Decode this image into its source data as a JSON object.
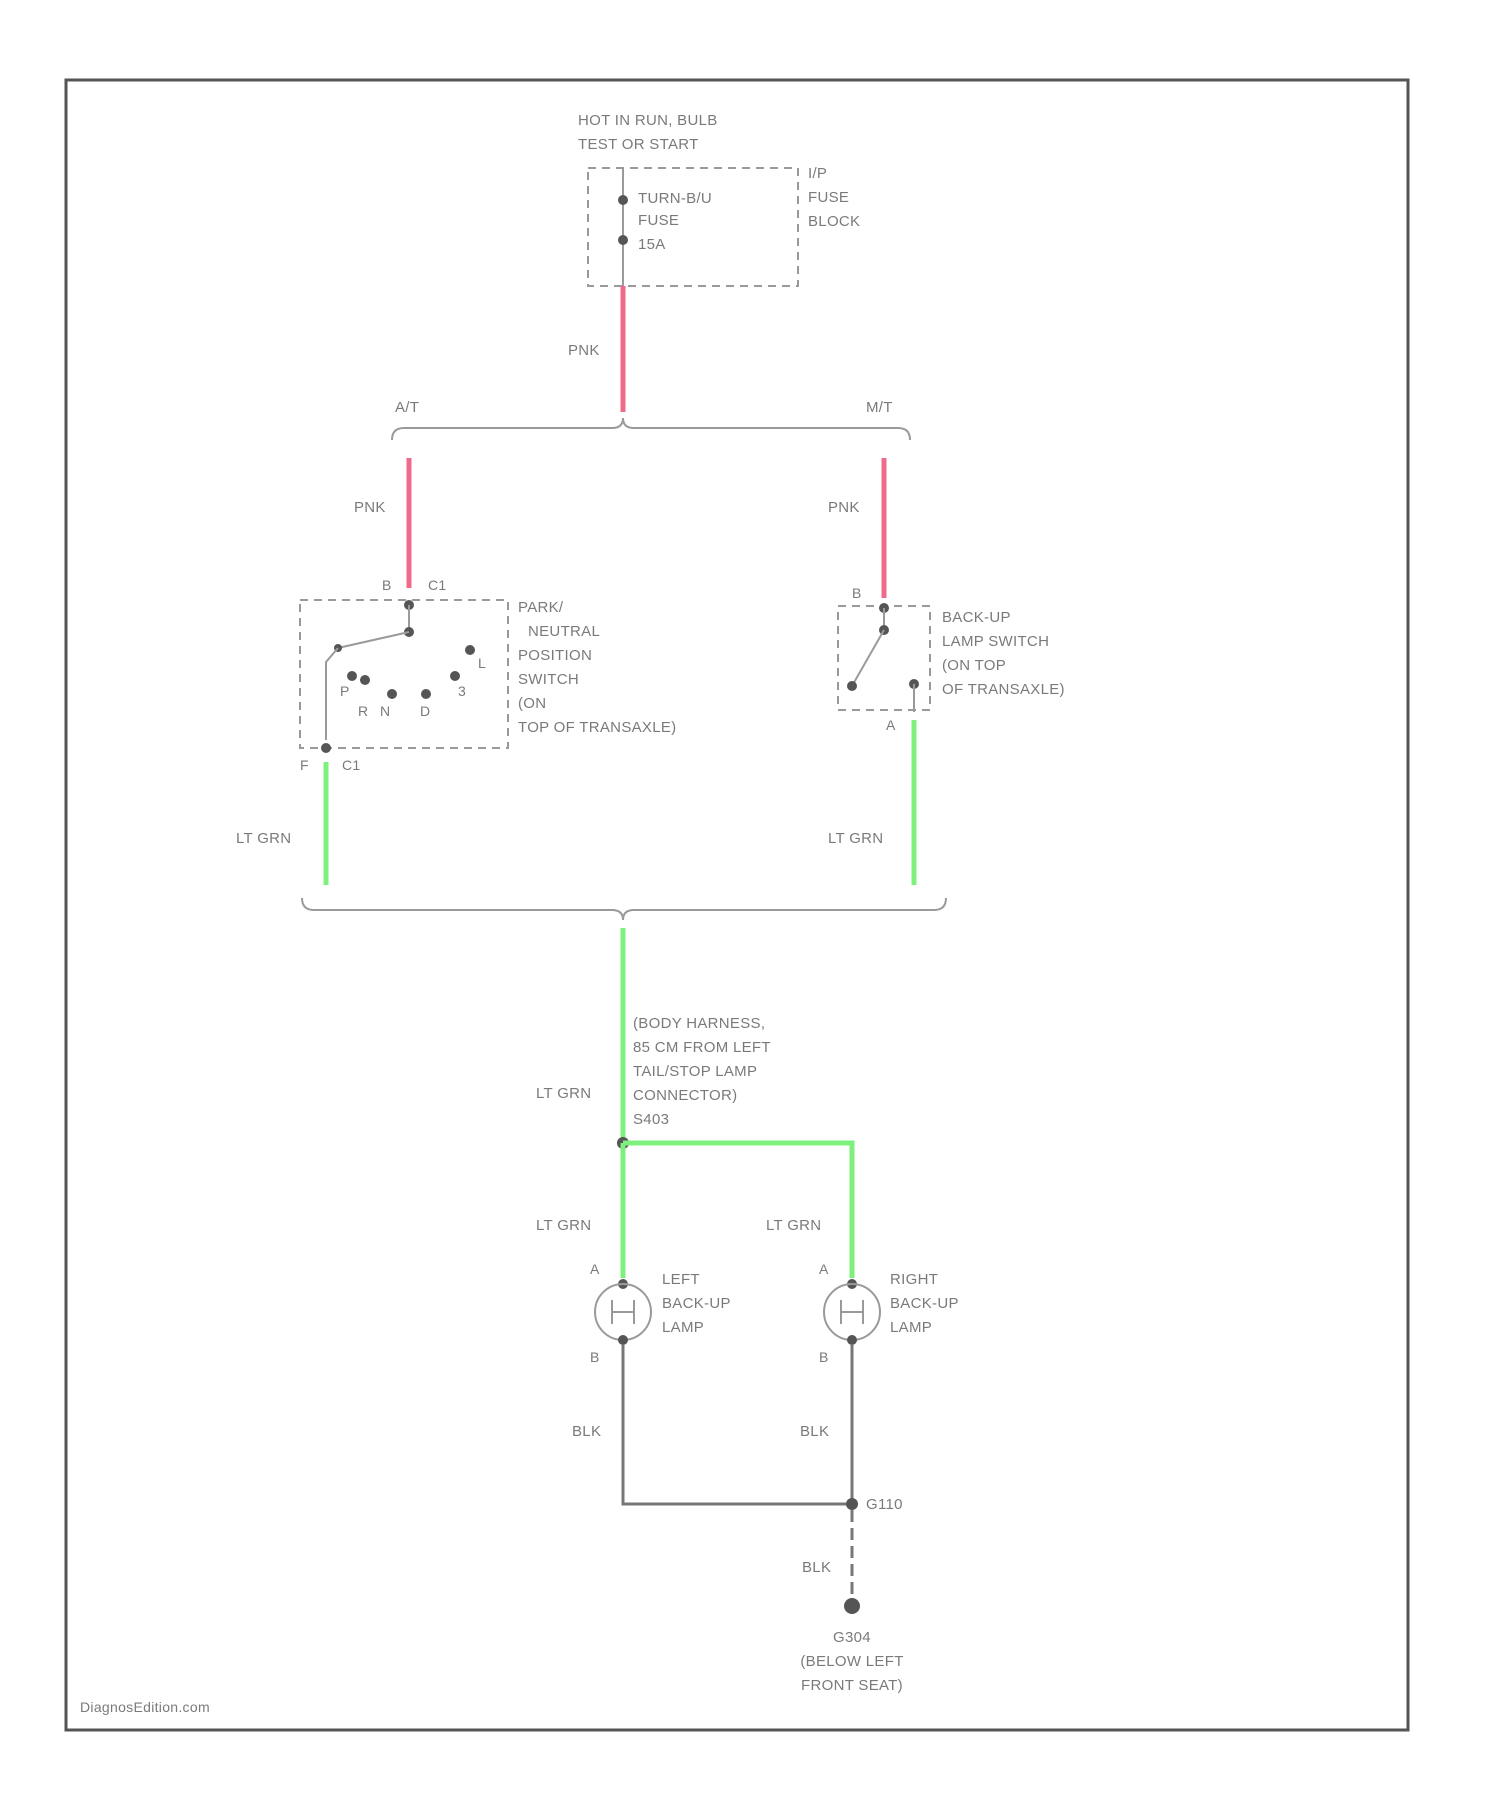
{
  "colors": {
    "pink": "#f06a8a",
    "light_green": "#7ef07e",
    "black": "#777777"
  },
  "fuse_block": {
    "header": [
      "HOT IN RUN, BULB",
      "TEST OR START"
    ],
    "fuse": [
      "TURN-B/U",
      "FUSE",
      "15A"
    ],
    "side": [
      "I/P",
      "FUSE",
      "BLOCK"
    ]
  },
  "wires": {
    "pnk": "PNK",
    "lt_grn": "LT GRN",
    "blk": "BLK"
  },
  "branches": {
    "at": "A/T",
    "mt": "M/T"
  },
  "pnp_switch": {
    "pin_top": "B",
    "conn_top": "C1",
    "pin_bottom": "F",
    "conn_bottom": "C1",
    "label": [
      "PARK/",
      "NEUTRAL",
      "POSITION",
      "SWITCH",
      "(ON",
      "TOP OF TRANSAXLE)"
    ],
    "positions": [
      "P",
      "R",
      "N",
      "D",
      "3",
      "L"
    ]
  },
  "backup_switch": {
    "pin_top": "B",
    "pin_bottom": "A",
    "label": [
      "BACK-UP",
      "LAMP SWITCH",
      "(ON TOP",
      "OF TRANSAXLE)"
    ]
  },
  "splice": {
    "label": [
      "(BODY HARNESS,",
      "85 CM FROM LEFT",
      "TAIL/STOP LAMP",
      "CONNECTOR)",
      "S403"
    ]
  },
  "left_lamp": {
    "pin_a": "A",
    "pin_b": "B",
    "label": [
      "LEFT",
      "BACK-UP",
      "LAMP"
    ]
  },
  "right_lamp": {
    "pin_a": "A",
    "pin_b": "B",
    "label": [
      "RIGHT",
      "BACK-UP",
      "LAMP"
    ]
  },
  "ground_splice": "G110",
  "ground": {
    "label": [
      "G304",
      "(BELOW LEFT",
      "FRONT SEAT)"
    ]
  },
  "watermark": "DiagnosEdition.com"
}
